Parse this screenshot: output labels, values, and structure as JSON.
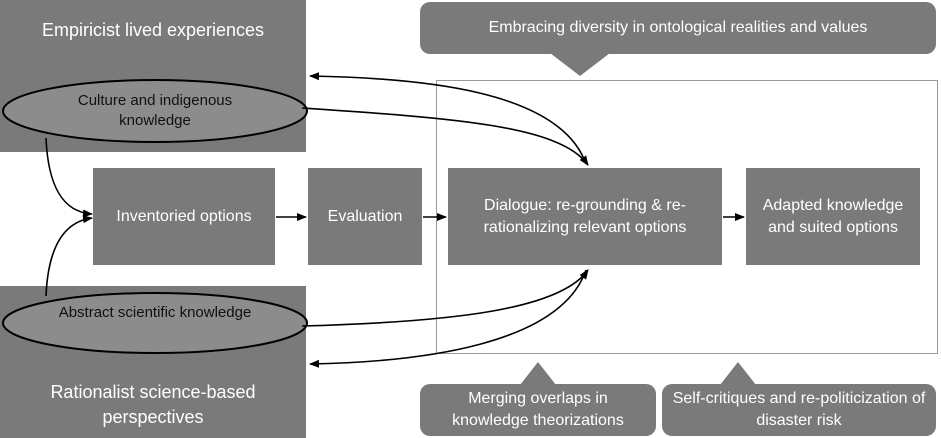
{
  "top_left": {
    "title": "Empiricist lived experiences"
  },
  "bottom_left": {
    "title": "Rationalist science-based perspectives"
  },
  "ellipses": {
    "culture": "Culture and indigenous knowledge",
    "abstract": "Abstract scientific knowledge"
  },
  "process": {
    "inventoried": "Inventoried options",
    "evaluation": "Evaluation",
    "dialogue": "Dialogue: re-grounding & re-rationalizing relevant options",
    "adapted": "Adapted knowledge and suited options"
  },
  "callouts": {
    "top": "Embracing diversity in ontological realities and values",
    "bottom_left": "Merging overlaps in knowledge theorizations",
    "bottom_right": "Self-critiques and re-politicization of disaster risk"
  },
  "colors": {
    "box_fill": "#7a7a7a",
    "ellipse_fill": "#8c8c8c",
    "arrow": "#000000",
    "frame": "#9a9a9a"
  }
}
